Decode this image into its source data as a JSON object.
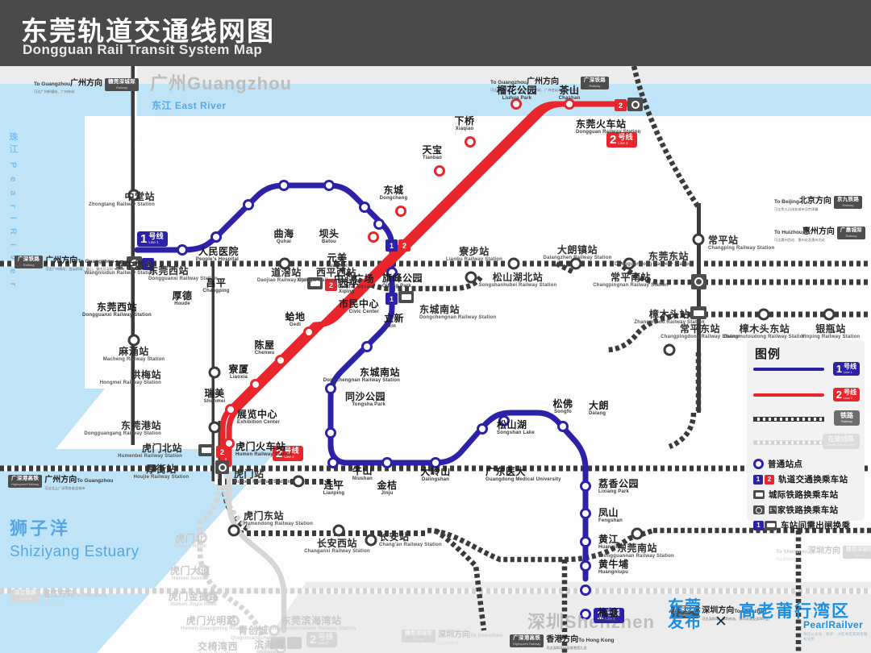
{
  "header": {
    "title_cn": "东莞轨道交通线网图",
    "title_en": "Dongguan Rail Transit System Map",
    "bg": "#4a4a4a"
  },
  "colors": {
    "line1": "#2b22a8",
    "line2": "#e8262c",
    "railway": "#3b3b3b",
    "under_construction": "#d6d6d6",
    "water": "#bfe4f7",
    "region_text": "#bdbdbd"
  },
  "regions": [
    {
      "name": "guangzhou",
      "cn": "广州",
      "en": "Guangzhou"
    },
    {
      "name": "shenzhen",
      "cn": "深圳",
      "en": "Shenzhen"
    }
  ],
  "water": {
    "east_river_cn": "东江",
    "east_river_en": "East River",
    "pearl_river": "珠江 P e a r l  R i v e r",
    "estuary_cn": "狮子洋",
    "estuary_en": "Shiziyang Estuary"
  },
  "line_tags": [
    {
      "name": "line1-tag-west",
      "num": "1",
      "cn": "号线",
      "en": "Line 1",
      "color": "line1"
    },
    {
      "name": "line1-tag-southeast",
      "num": "1",
      "cn": "号线",
      "en": "Line 1",
      "color": "line1"
    },
    {
      "name": "line2-tag-north",
      "num": "2",
      "cn": "号线",
      "en": "Line 2",
      "color": "line2"
    },
    {
      "name": "line2-tag-humen",
      "num": "2",
      "cn": "号线",
      "en": "Line 2",
      "color": "line2"
    },
    {
      "name": "line2-tag-extension",
      "num": "2",
      "cn": "号线",
      "en": "Line 2",
      "color": "under_construction"
    }
  ],
  "line1_stations": [
    {
      "cn": "东莞西站",
      "en": "Dongguanxi Railway Station",
      "type": "interchange-national"
    },
    {
      "cn": "厚德",
      "en": "Houde",
      "type": "normal"
    },
    {
      "cn": "昌平",
      "en": "Changping",
      "type": "normal"
    },
    {
      "cn": "人民医院",
      "en": "People's Hospital",
      "type": "normal"
    },
    {
      "cn": "曲海",
      "en": "Quhai",
      "type": "normal"
    },
    {
      "cn": "坝头",
      "en": "Batou",
      "type": "normal"
    },
    {
      "cn": "元美",
      "en": "Yuanmei",
      "type": "normal"
    },
    {
      "cn": "中心广场",
      "en": "Central Square",
      "type": "normal"
    },
    {
      "cn": "市民中心",
      "en": "Civic Center",
      "type": "interchange-1-2"
    },
    {
      "cn": "立新",
      "en": "Lixin",
      "type": "normal"
    },
    {
      "cn": "东城南站",
      "en": "Dongchengnan Railway Station",
      "type": "interchange-intercity"
    },
    {
      "cn": "同沙公园",
      "en": "Tongsha Park",
      "type": "normal"
    },
    {
      "cn": "牛山",
      "en": "Niushan",
      "type": "normal"
    },
    {
      "cn": "连平",
      "en": "Lianping",
      "type": "normal"
    },
    {
      "cn": "金桔",
      "en": "Jinju",
      "type": "normal"
    },
    {
      "cn": "大岭山",
      "en": "Dalingshan",
      "type": "normal"
    },
    {
      "cn": "广东医大",
      "en": "Guangdong Medical University",
      "type": "normal"
    },
    {
      "cn": "松山湖",
      "en": "Songshan Lake",
      "type": "normal"
    },
    {
      "cn": "松佛",
      "en": "Songfo",
      "type": "normal"
    },
    {
      "cn": "大朗",
      "en": "Dalang",
      "type": "normal"
    },
    {
      "cn": "荔香公园",
      "en": "Lixiang Park",
      "type": "normal"
    },
    {
      "cn": "凤山",
      "en": "Fengshan",
      "type": "normal"
    },
    {
      "cn": "黄江",
      "en": "Huangjiang",
      "type": "normal"
    },
    {
      "cn": "黄牛埔",
      "en": "Huangniupu",
      "type": "normal"
    },
    {
      "cn": "梅塘",
      "en": "Meitang",
      "type": "normal"
    }
  ],
  "line2_stations": [
    {
      "cn": "东莞火车站",
      "en": "Dongguan Railway Station",
      "type": "interchange-national"
    },
    {
      "cn": "茶山",
      "en": "Chashan",
      "type": "normal"
    },
    {
      "cn": "榴花公园",
      "en": "Liuhua Park",
      "type": "normal"
    },
    {
      "cn": "下桥",
      "en": "Xiaqiao",
      "type": "normal"
    },
    {
      "cn": "天宝",
      "en": "Tianbao",
      "type": "normal"
    },
    {
      "cn": "东城",
      "en": "Dongcheng",
      "type": "normal"
    },
    {
      "cn": "旗峰公园",
      "en": "Qifeng Park",
      "type": "normal"
    },
    {
      "cn": "市民中心",
      "en": "Civic Center",
      "type": "interchange-1-2"
    },
    {
      "cn": "西平",
      "en": "Xiping",
      "type": "interchange-intercity"
    },
    {
      "cn": "蛤地",
      "en": "Gedi",
      "type": "normal"
    },
    {
      "cn": "陈屋",
      "en": "Chenwu",
      "type": "normal"
    },
    {
      "cn": "寮厦",
      "en": "Liaoxia",
      "type": "normal"
    },
    {
      "cn": "瑞美",
      "en": "Shunmei",
      "type": "normal"
    },
    {
      "cn": "展览中心",
      "en": "Exhibition Center",
      "type": "normal"
    },
    {
      "cn": "虎门火车站",
      "en": "Humen Railway Station",
      "type": "interchange-national"
    }
  ],
  "railway_stations": [
    {
      "cn": "中堂站",
      "en": "Zhongtang Railway Station"
    },
    {
      "cn": "望牛墩站",
      "en": "Wangniudun Railway Station"
    },
    {
      "cn": "麻涌站",
      "en": "Macheng Railway Station"
    },
    {
      "cn": "东莞西站",
      "en": "Dongguanxi Railway Station"
    },
    {
      "cn": "道滘站",
      "en": "Daojiao Railway Station"
    },
    {
      "cn": "西平西站",
      "en": "Xipingxi Railway Station"
    },
    {
      "cn": "东城南站",
      "en": "Dongchengnan Railway Station"
    },
    {
      "cn": "寮步站",
      "en": "Liaobu Railway Station"
    },
    {
      "cn": "松山湖北站",
      "en": "Songshanhubei Railway Station"
    },
    {
      "cn": "大朗镇站",
      "en": "Dalangzhen Railway Station"
    },
    {
      "cn": "常平南站",
      "en": "Changpingnan Railway Station"
    },
    {
      "cn": "常平站",
      "en": "Changping Railway Station"
    },
    {
      "cn": "东莞东站",
      "en": "Dongguandong Railway Station"
    },
    {
      "cn": "常平东站",
      "en": "Changpingdong Railway Station"
    },
    {
      "cn": "樟木头东站",
      "en": "Zhangmutoudong Railway Station"
    },
    {
      "cn": "银瓶站",
      "en": "Yinping Railway Station"
    },
    {
      "cn": "樟木头站",
      "en": "Zhangmutou Railway Station"
    },
    {
      "cn": "洪梅站",
      "en": "Hongmei Railway Station"
    },
    {
      "cn": "东莞港站",
      "en": "Dongguangang Railway Station"
    },
    {
      "cn": "厚街站",
      "en": "Houjie Railway Station"
    },
    {
      "cn": "虎门北站",
      "en": "Humenbei Railway Station"
    },
    {
      "cn": "虎门站",
      "en": "Humen Railway Station"
    },
    {
      "cn": "虎门东站",
      "en": "Humendong Railway Station"
    },
    {
      "cn": "长安西站",
      "en": "Changanxi Railway Station"
    },
    {
      "cn": "长安站",
      "en": "Chang'an Railway Station"
    },
    {
      "cn": "东莞南站",
      "en": "Dongguannan Railway Station"
    }
  ],
  "under_construction_stations": [
    {
      "cn": "虎门北",
      "en": "Humen North"
    },
    {
      "cn": "虎门大道",
      "en": "Humen Avenue"
    },
    {
      "cn": "虎门金捷路",
      "en": "Humen Jinjie Road"
    },
    {
      "cn": "虎门光明路",
      "en": "Humen Guangming Road"
    },
    {
      "cn": "东莞滨海湾站",
      "en": "Dongguanbinhaiwan Railway Station"
    },
    {
      "cn": "滨海湾",
      "en": "Binhaiwan"
    },
    {
      "cn": "青创城",
      "en": "Qingchuangcheng"
    },
    {
      "cn": "交椅湾西",
      "en": "Jiaoyi Bay West"
    },
    {
      "cn": "交椅湾",
      "en": "Jiaoyi Bay"
    }
  ],
  "direction_badges": [
    {
      "name": "to-guangzhou-top-left",
      "cn": "广州方向",
      "en": "To Guangzhou",
      "sub": "可达广州新塘站、广州东站",
      "badge_cn": "穗莞深城际",
      "badge_en": "Railway"
    },
    {
      "name": "to-guangzhou-left",
      "cn": "广州方向",
      "en": "To Guangzhou",
      "sub": "可达广州南站、白云机场、佛山、肇庆及深圳",
      "badge_cn": "广深铁路",
      "badge_en": "Railway"
    },
    {
      "name": "to-guangzhou-top-right",
      "cn": "广州方向",
      "en": "To Guangzhou",
      "sub": "可达广州南站、广州东站、广州站、广州白云站及广州北站",
      "badge_cn": "广深铁路",
      "badge_en": "Railway"
    },
    {
      "name": "to-beijing",
      "cn": "北京方向",
      "en": "To Beijing",
      "sub": "可达京九沿线各城市及京津冀",
      "badge_cn": "京九铁路",
      "badge_en": "Railway"
    },
    {
      "name": "to-huizhou",
      "cn": "惠州方向",
      "en": "To Huizhou",
      "sub": "可达惠州西站、惠州站及惠州北站",
      "badge_cn": "广惠城际",
      "badge_en": "Railway"
    },
    {
      "name": "to-guangzhou-bottom-left",
      "cn": "广州方向",
      "en": "To Guangzhou",
      "sub": "可达北上广深等各省会城市",
      "badge_cn": "广深港高铁",
      "badge_en": "Highspeed Railway"
    },
    {
      "name": "to-hong-kong",
      "cn": "香港方向",
      "en": "To Hong Kong",
      "sub": "可达深圳北站及香港西九龙",
      "badge_cn": "广深港高铁",
      "badge_en": "Highspeed Railway"
    },
    {
      "name": "to-shenzhen-bottom-center",
      "cn": "深圳方向",
      "en": "To Shenzhen",
      "sub": "可达深圳机场",
      "badge_cn": "穗莞深城际",
      "badge_en": "Railway"
    },
    {
      "name": "to-shenzhen-right",
      "cn": "深圳方向",
      "en": "To Shenzhen",
      "sub": "可达深圳站、深圳东站、深圳北站及深圳坪山",
      "badge_cn": "广深铁路",
      "badge_en": "Railway"
    },
    {
      "name": "to-hanjiang-bottom-left",
      "cn": "湛江方向",
      "en": "To Zhanjiang",
      "sub": "可达湛江西",
      "badge_cn": "深江铁路",
      "badge_en": "Railway"
    },
    {
      "name": "to-shenzhen-uc",
      "cn": "深圳方向",
      "en": "To Shenzhen",
      "sub": "可达深圳机场",
      "badge_cn": "穗莞深城际",
      "badge_en": "Railway"
    }
  ],
  "legend": {
    "title": "图例",
    "rows": [
      {
        "name": "legend-line-1",
        "tag_num": "1",
        "tag_cn": "号线",
        "tag_en": "Line 1",
        "style": "line1"
      },
      {
        "name": "legend-line-2",
        "tag_num": "2",
        "tag_cn": "号线",
        "tag_en": "Line 2",
        "style": "line2"
      },
      {
        "name": "legend-railway",
        "tag_cn": "铁路",
        "tag_en": "Railway",
        "style": "railway"
      },
      {
        "name": "legend-under-construction",
        "tag_cn": "在建线路",
        "tag_en": "Under Construction",
        "style": "uc"
      }
    ],
    "items": [
      {
        "name": "legend-normal-station",
        "label": "普通站点",
        "icon": "circle-icon"
      },
      {
        "name": "legend-metro-interchange",
        "label": "轨道交通换乘车站",
        "icon": "two-line-badges-icon"
      },
      {
        "name": "legend-intercity-interchange",
        "label": "城际铁路换乘车站",
        "icon": "intercity-train-icon"
      },
      {
        "name": "legend-national-interchange",
        "label": "国家铁路换乘车站",
        "icon": "national-rail-icon"
      },
      {
        "name": "legend-out-of-station",
        "label": "车站间需出闸换乘",
        "icon": "out-of-station-icon"
      }
    ]
  },
  "footer_logos": {
    "dongguan_fabu_line1": "东莞",
    "dongguan_fabu_line2": "发布",
    "cross": "✕",
    "pearlrailver_cn": "高老莆行湾区",
    "pearlrailver_en": "PearlRailver",
    "pearlrailver_sub": "微信公众号 · 知乎 · 小红书及其同名账号同步"
  }
}
